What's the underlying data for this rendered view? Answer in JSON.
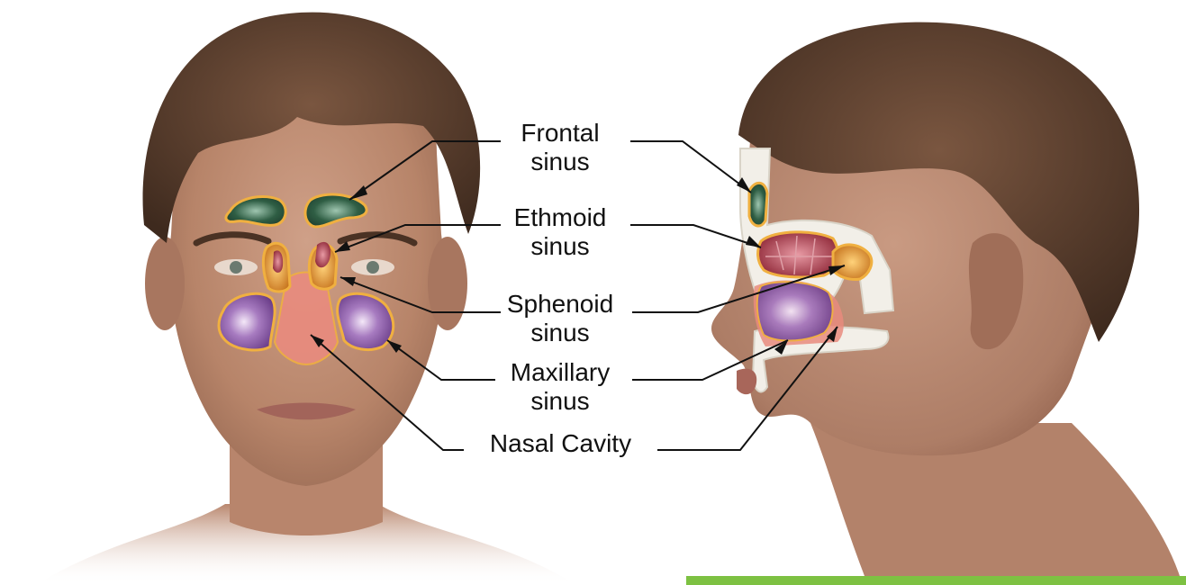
{
  "labels": {
    "frontal": {
      "line1": "Frontal",
      "line2": "sinus"
    },
    "ethmoid": {
      "line1": "Ethmoid",
      "line2": "sinus"
    },
    "sphenoid": {
      "line1": "Sphenoid",
      "line2": "sinus"
    },
    "maxillary": {
      "line1": "Maxillary",
      "line2": "sinus"
    },
    "nasal": {
      "line1": "Nasal Cavity"
    }
  },
  "colors": {
    "background": "#ffffff",
    "skin": "#c08d74",
    "hair": "#5c4030",
    "frontal_sinus": "#2f5e44",
    "ethmoid_sinus": "#9c2f3c",
    "sphenoid_sinus": "#d98a1f",
    "maxillary_sinus": "#8a5fa6",
    "nasal_cavity": "#e98b7e",
    "sinus_outline": "#f0b040",
    "accent_bar": "#7dc142"
  }
}
